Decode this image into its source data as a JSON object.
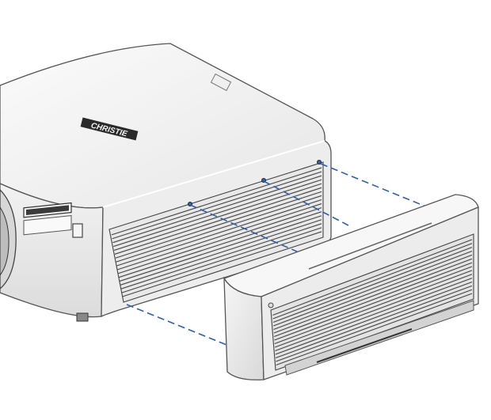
{
  "figure": {
    "description_free": true,
    "brand_logo": "CHRISTIE",
    "colors": {
      "body_light": "#f4f4f4",
      "body_mid": "#e3e3e3",
      "body_dark": "#cfcfcf",
      "outline": "#555555",
      "grille_line": "#444444",
      "guide_line": "#2f5fa8",
      "logo": "#222222"
    },
    "guide_lines": [
      {
        "id": "guide-1"
      },
      {
        "id": "guide-2"
      },
      {
        "id": "guide-3"
      },
      {
        "id": "guide-4"
      }
    ],
    "icons": [
      "projector",
      "rear-filter-cover",
      "screw",
      "vent-grille"
    ]
  }
}
